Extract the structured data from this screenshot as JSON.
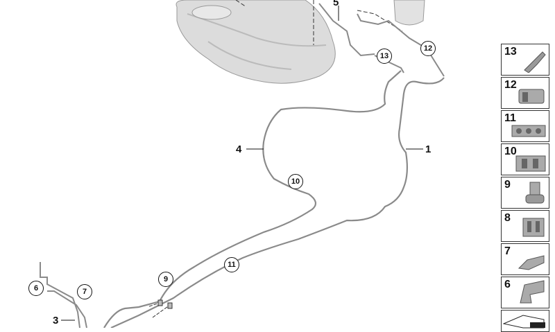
{
  "callouts": {
    "plain": [
      "1",
      "3",
      "4",
      "5"
    ],
    "circled": [
      "6",
      "7",
      "9",
      "10",
      "11",
      "12",
      "13"
    ]
  },
  "legend": [
    "13",
    "12",
    "11",
    "10",
    "9",
    "8",
    "7",
    "6"
  ],
  "colors": {
    "pipe": "#8a8a8a",
    "part": "#9a9a9a",
    "tank": "#d8d8d8"
  }
}
